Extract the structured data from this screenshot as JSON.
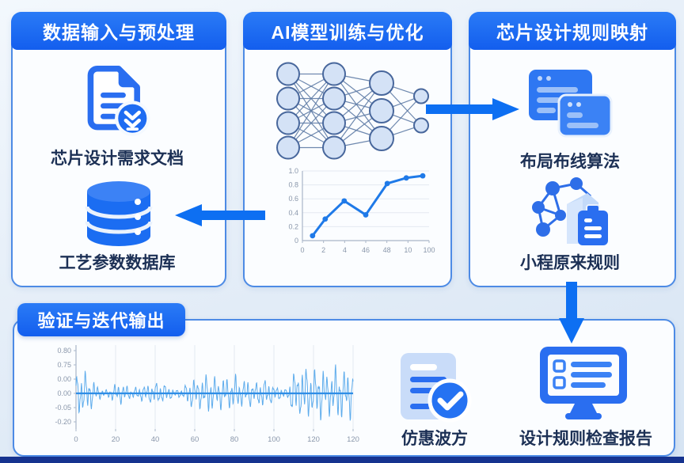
{
  "colors": {
    "accent": "#1668f1",
    "arrow": "#0d6ff2",
    "panel_border": "#4d8be5",
    "label": "#1c3055",
    "footer_bar": "#16338f",
    "chart_line": "#1f7ae8",
    "wave_line": "#55a8eb",
    "wave_center": "#2e8de6",
    "node_fill": "#d4e2f6",
    "node_stroke": "#48679c"
  },
  "panels": {
    "input": {
      "title": "数据输入与预处理",
      "doc_label": "芯片设计需求文档",
      "db_label": "工艺参数数据库"
    },
    "training": {
      "title": "AI模型训练与优化"
    },
    "mapping": {
      "title": "芯片设计规则映射",
      "windows_label": "布局布线算法",
      "rules_label": "小程原来规则"
    },
    "output": {
      "title": "验证与迭代输出",
      "sim_label": "仿惠波方",
      "report_label": "设计规则检查报告"
    }
  },
  "nn": {
    "layers": [
      4,
      4,
      3,
      2
    ]
  },
  "chart_data": [
    {
      "id": "training_curve",
      "type": "line",
      "title": "",
      "xlabel": "",
      "ylabel": "",
      "x_tick_labels": [
        "0",
        "2",
        "4",
        "46",
        "48",
        "10",
        "100"
      ],
      "y_tick_labels": [
        "1.0",
        "0.8",
        "0.6",
        "0.4",
        "0.2",
        "0"
      ],
      "ylim": [
        0,
        1
      ],
      "grid": true,
      "x_fraction": [
        0.08,
        0.18,
        0.33,
        0.5,
        0.67,
        0.82,
        0.95
      ],
      "values": [
        0.07,
        0.31,
        0.57,
        0.37,
        0.82,
        0.9,
        0.93
      ]
    },
    {
      "id": "sim_waveform",
      "type": "line",
      "subtype": "waveform",
      "title": "",
      "x_tick_labels": [
        "0",
        "20",
        "40",
        "60",
        "80",
        "100",
        "120",
        "120"
      ],
      "y_tick_labels": [
        "0.80",
        "0.75",
        "0.00",
        "0.00",
        "-0.05",
        "-0.20"
      ],
      "x_range": [
        0,
        130
      ],
      "grid": true,
      "envelope": [
        [
          0,
          0.6
        ],
        [
          3,
          0.75
        ],
        [
          7,
          0.5
        ],
        [
          11,
          0.18
        ],
        [
          14,
          0.1
        ],
        [
          18,
          0.28
        ],
        [
          22,
          0.33
        ],
        [
          26,
          0.14
        ],
        [
          30,
          0.24
        ],
        [
          34,
          0.3
        ],
        [
          38,
          0.36
        ],
        [
          42,
          0.3
        ],
        [
          46,
          0.12
        ],
        [
          50,
          0.16
        ],
        [
          54,
          0.5
        ],
        [
          57,
          0.42
        ],
        [
          60,
          0.55
        ],
        [
          63,
          0.66
        ],
        [
          66,
          0.42
        ],
        [
          69,
          0.52
        ],
        [
          72,
          0.46
        ],
        [
          75,
          0.56
        ],
        [
          78,
          0.4
        ],
        [
          81,
          0.46
        ],
        [
          84,
          0.3
        ],
        [
          87,
          0.5
        ],
        [
          90,
          0.42
        ],
        [
          93,
          0.26
        ],
        [
          96,
          0.2
        ],
        [
          99,
          0.12
        ],
        [
          101,
          0.62
        ],
        [
          103,
          0.78
        ],
        [
          105,
          0.66
        ],
        [
          107,
          0.95
        ],
        [
          109,
          0.8
        ],
        [
          112,
          0.72
        ],
        [
          115,
          0.86
        ],
        [
          118,
          0.62
        ],
        [
          121,
          0.8
        ],
        [
          124,
          0.9
        ],
        [
          126,
          0.66
        ],
        [
          128,
          0.82
        ],
        [
          130,
          0.72
        ]
      ]
    }
  ]
}
